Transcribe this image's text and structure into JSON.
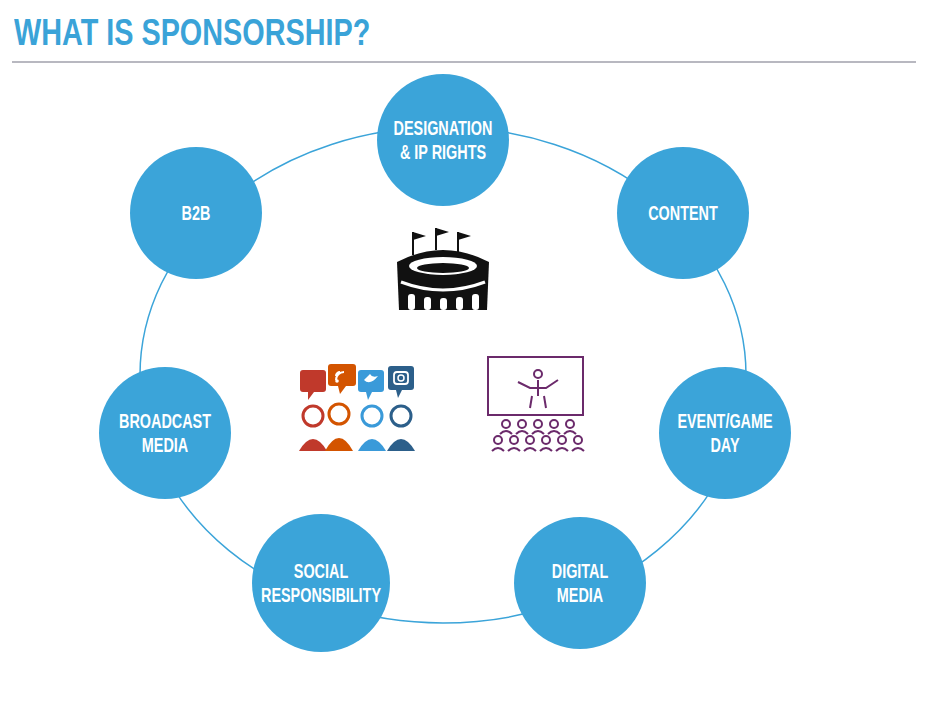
{
  "diagram": {
    "title": "WHAT IS SPONSORSHIP?",
    "nodes": [
      {
        "text": [
          "DESIGNATION & IP RIGHTS"
        ]
      },
      {
        "text": [
          "B2B"
        ]
      },
      {
        "text": [
          "CONTENT"
        ]
      },
      {
        "text": [
          "BROADCAST MEDIA"
        ]
      },
      {
        "text": [
          "EVENT/GAME DAY"
        ]
      },
      {
        "text": [
          "SOCIAL RESPONSIBILITY"
        ]
      },
      {
        "text": [
          "DIGITAL MEDIA"
        ]
      }
    ]
  }
}
